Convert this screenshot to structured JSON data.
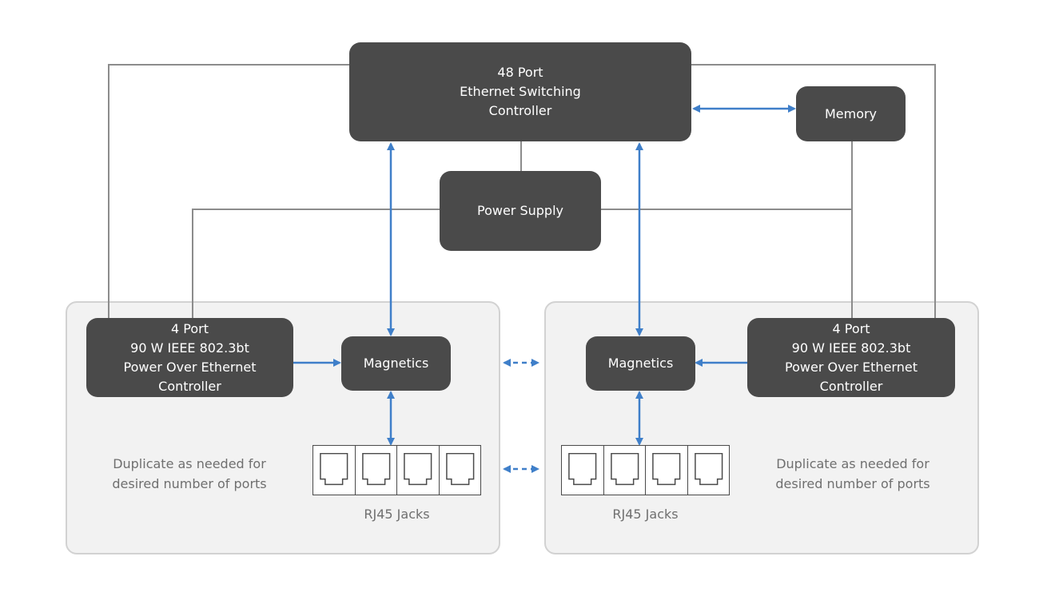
{
  "blocks": {
    "switch_controller": [
      "48 Port",
      "Ethernet Switching",
      "Controller"
    ],
    "memory": "Memory",
    "power_supply": "Power Supply",
    "poe_left": [
      "4 Port",
      "90 W IEEE 802.3bt",
      "Power Over Ethernet",
      "Controller"
    ],
    "poe_right": [
      "4 Port",
      "90 W IEEE 802.3bt",
      "Power Over Ethernet",
      "Controller"
    ],
    "magnetics_left": "Magnetics",
    "magnetics_right": "Magnetics"
  },
  "notes": {
    "left": [
      "Duplicate as needed for",
      "desired number of ports"
    ],
    "right": [
      "Duplicate as needed for",
      "desired number of ports"
    ]
  },
  "rj45": {
    "left_label": "RJ45 Jacks",
    "right_label": "RJ45 Jacks",
    "jacks_per_group": 4
  },
  "colors": {
    "block": "#4a4a4a",
    "power_line": "#8c8c8c",
    "data_arrow": "#3f7fc9",
    "group_fill": "#f2f2f2",
    "group_border": "#d2d2d2",
    "note_text": "#6f6f6f"
  }
}
